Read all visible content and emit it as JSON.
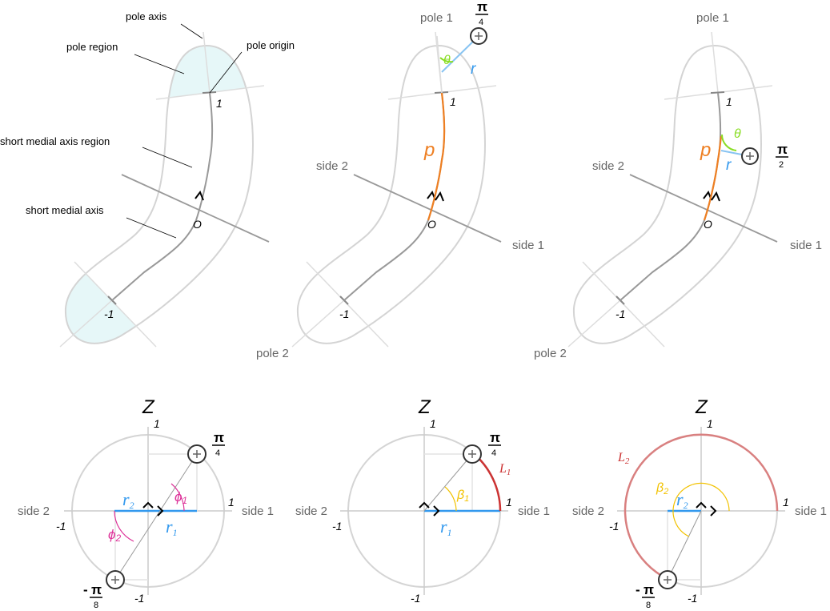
{
  "colors": {
    "outline": "#d4d4d4",
    "axis": "#888888",
    "region": "#e6f7f8",
    "orange": "#ee7f22",
    "blue": "#3399ee",
    "green": "#88dd22",
    "magenta": "#dd3399",
    "yellow": "#f2c200",
    "red": "#cc3333",
    "redarc": "#d98080"
  },
  "panel1": {
    "pole_axis": "pole axis",
    "pole_region": "pole region",
    "pole_origin": "pole origin",
    "sma_region": "short medial axis region",
    "sma": "short medial axis",
    "tick_pos": "1",
    "tick_neg": "-1",
    "origin": "O"
  },
  "panel2": {
    "pole1": "pole 1",
    "pole2": "pole 2",
    "side1": "side 1",
    "side2": "side 2",
    "tick_pos": "1",
    "tick_neg": "-1",
    "origin": "O",
    "p": "p",
    "r": "r",
    "theta": "θ",
    "frac_num": "π",
    "frac_den": "4"
  },
  "panel3": {
    "pole1": "pole 1",
    "pole2": "pole 2",
    "side1": "side 1",
    "side2": "side 2",
    "tick_pos": "1",
    "tick_neg": "-1",
    "origin": "O",
    "p": "p",
    "r": "r",
    "theta": "θ",
    "frac_num": "π",
    "frac_den": "2"
  },
  "circle1": {
    "z": "Z",
    "side1": "side 1",
    "side2": "side 2",
    "t_top": "1",
    "t_right": "1",
    "t_left": "-1",
    "t_bottom": "-1",
    "r": "r",
    "sub1": "1",
    "sub2": "2",
    "phi": "ϕ",
    "p1_num": "π",
    "p1_den": "4",
    "p2_sign": "-",
    "p2_num": "π",
    "p2_den": "8"
  },
  "circle2": {
    "z": "Z",
    "side1": "side 1",
    "side2": "side 2",
    "t_top": "1",
    "t_right": "1",
    "t_left": "-1",
    "t_bottom": "-1",
    "r": "r",
    "sub1": "1",
    "beta": "β",
    "L": "L",
    "p1_num": "π",
    "p1_den": "4"
  },
  "circle3": {
    "z": "Z",
    "side1": "side 1",
    "side2": "side 2",
    "t_top": "1",
    "t_right": "1",
    "t_left": "-1",
    "t_bottom": "-1",
    "r": "r",
    "sub2": "2",
    "beta": "β",
    "L": "L",
    "p2_sign": "-",
    "p2_num": "π",
    "p2_den": "8"
  }
}
